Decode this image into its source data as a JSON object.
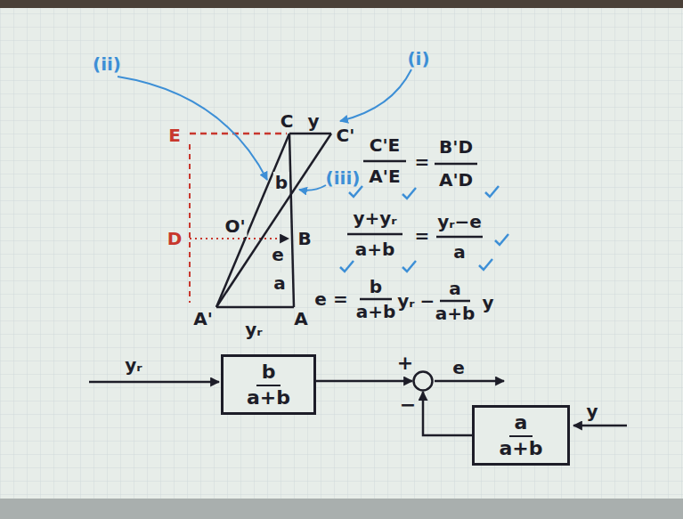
{
  "diagram": {
    "nodes": [
      {
        "text": [
          "b",
          "a+b"
        ]
      },
      {
        "text": [
          "+",
          "−"
        ]
      },
      {
        "text": [
          "a",
          "a+b"
        ]
      }
    ],
    "edges": [
      {
        "from": 0,
        "to": 1,
        "arrow": "to"
      },
      {
        "from": 2,
        "to": 1,
        "arrow": "to"
      }
    ],
    "labels": [
      "(ii)",
      "E",
      "C",
      "y",
      "C'",
      "(i)",
      "(iii)",
      "C'E",
      "A'E",
      "=",
      "B'D",
      "A'D",
      "b",
      "D",
      "O'",
      "B",
      "e",
      "a",
      "y+yᵣ",
      "a+b",
      "=",
      "yᵣ−e",
      "a",
      "A'",
      "A",
      "yᵣ",
      "e =",
      "b",
      "a+b",
      "yᵣ",
      "−",
      "a",
      "a+b",
      "y",
      "yᵣ",
      "e",
      "y"
    ]
  }
}
